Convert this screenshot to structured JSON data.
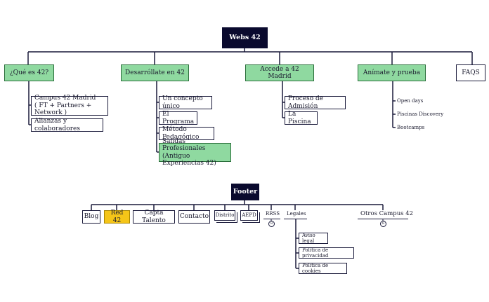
{
  "top": {
    "root": "Webs 42",
    "sections": [
      {
        "label": "¿Qué es 42?",
        "children": [
          "Campus 42 Madrid",
          "( FT + Partners + Network )",
          "Alianzas y colaboradores"
        ]
      },
      {
        "label": "Desarróllate en 42",
        "children": [
          "Un concepto único",
          "El Programa",
          "Método Pedagógico",
          "Salidas Profesionales",
          "(Antiguo Experiencias 42)"
        ]
      },
      {
        "label": "Accede a 42 Madrid",
        "children": [
          "Proceso de Admisión",
          "La Piscina"
        ]
      },
      {
        "label": "Anímate y prueba",
        "children": [
          "Open days",
          "Piscinas Discovery",
          "Bootcamps"
        ]
      },
      {
        "label": "FAQS"
      }
    ]
  },
  "footer": {
    "root": "Footer",
    "items": [
      "Blog",
      "Red 42",
      "Capta Talento",
      "Contacto",
      "Distrito",
      "AEPD",
      "RRSS",
      "Legales",
      "Otros Campus 42"
    ],
    "legales": [
      "Aviso legal",
      "Política de privacidad",
      "Política de cookies"
    ],
    "circle_mark": "8"
  },
  "colors": {
    "dark": "#0a0a2e",
    "green": "#8fd9a0",
    "yellow": "#f5c518",
    "line": "#1a1a3a"
  }
}
